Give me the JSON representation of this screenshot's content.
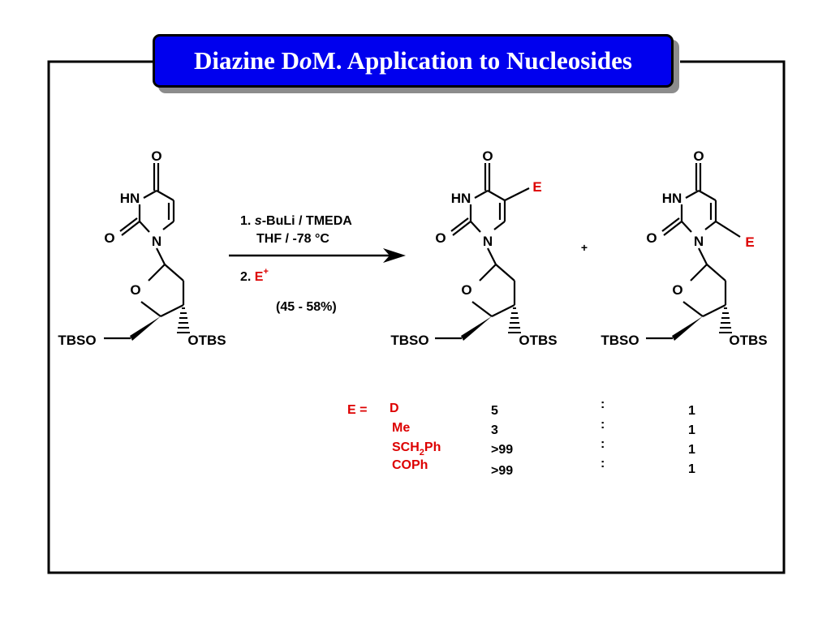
{
  "slide": {
    "title_part1": "Diazine D",
    "title_italic": "o",
    "title_part2": "M. Application to Nucleosides"
  },
  "colors": {
    "title_bg": "#0000ee",
    "accent_red": "#dd0000",
    "shadow": "#8c8c8c"
  },
  "atoms": {
    "O": "O",
    "HN": "HN",
    "N": "N",
    "E": "E",
    "TBSO": "TBSO",
    "OTBS": "OTBS"
  },
  "reaction": {
    "step1_prefix": "1. ",
    "step1_reagent_italic": "s",
    "step1_reagent_rest": "-BuLi / TMEDA",
    "step1_solvent": "THF / -78 °C",
    "step2_prefix": "2. ",
    "step2_E": "E",
    "step2_sup": "+",
    "yield": "(45 - 58%)",
    "plus": "+"
  },
  "table": {
    "label": "E =",
    "rows": [
      {
        "e_main": "D",
        "e_sub": "",
        "e_tail": "",
        "ratio_a": "5",
        "sep": ":",
        "ratio_b": "1"
      },
      {
        "e_main": "Me",
        "e_sub": "",
        "e_tail": "",
        "ratio_a": "3",
        "sep": ":",
        "ratio_b": "1"
      },
      {
        "e_main": "SCH",
        "e_sub": "2",
        "e_tail": "Ph",
        "ratio_a": ">99",
        "sep": ":",
        "ratio_b": "1"
      },
      {
        "e_main": "COPh",
        "e_sub": "",
        "e_tail": "",
        "ratio_a": ">99",
        "sep": ":",
        "ratio_b": "1"
      }
    ]
  }
}
